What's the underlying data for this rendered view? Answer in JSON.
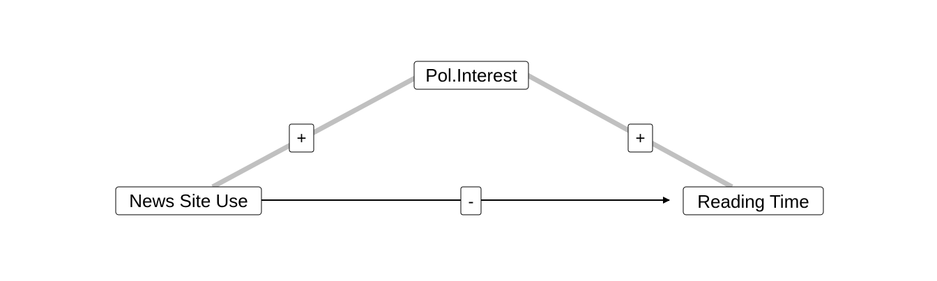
{
  "nodes": {
    "news_site_use": "News Site Use",
    "pol_interest": "Pol.Interest",
    "reading_time": "Reading Time"
  },
  "edges": {
    "news_to_interest_sign": "+",
    "interest_to_reading_sign": "+",
    "news_to_reading_sign": "-"
  },
  "colors": {
    "indirect_path": "#c0c0c0",
    "direct_path": "#000000",
    "box_border": "#000000",
    "background": "#ffffff"
  }
}
